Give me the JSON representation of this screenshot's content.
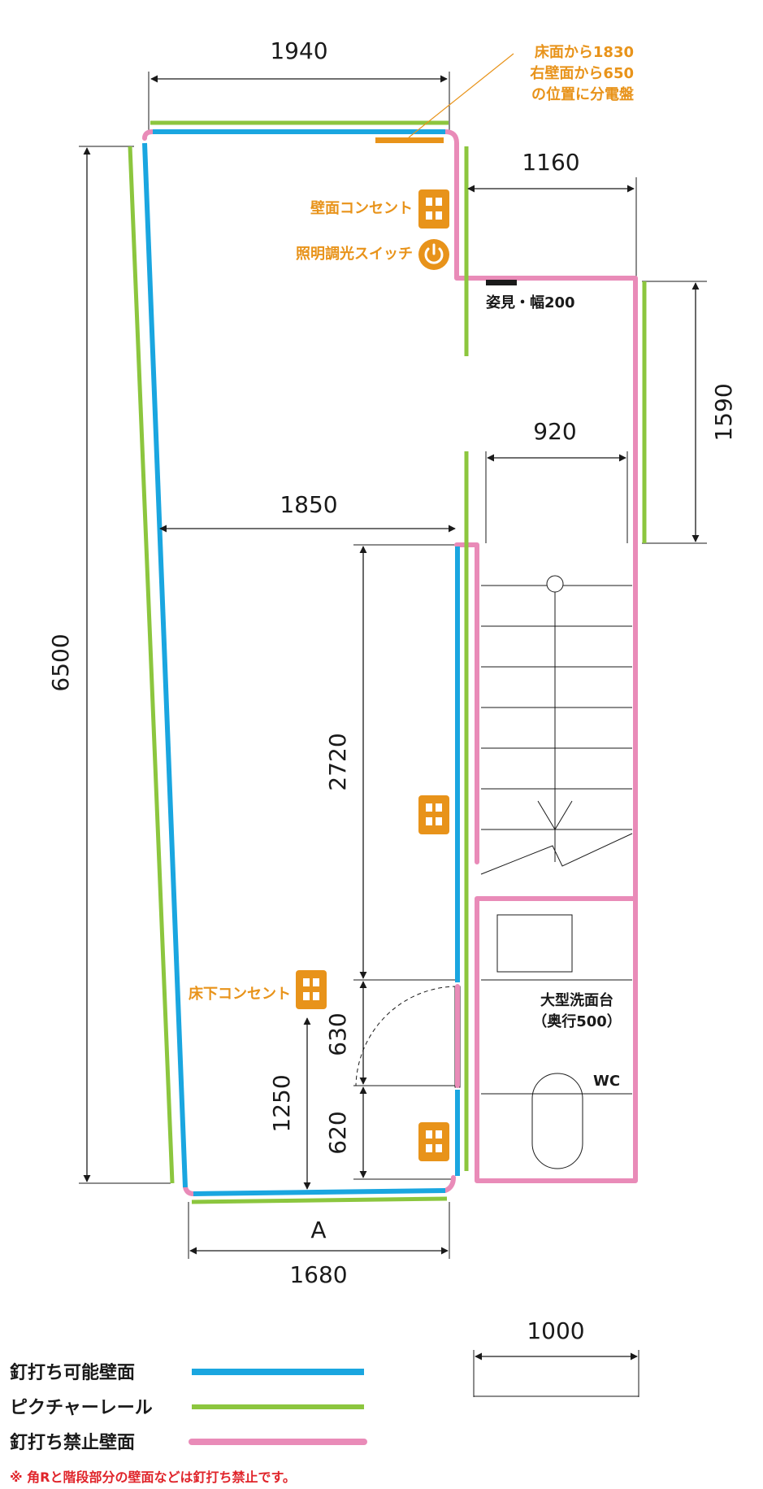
{
  "colors": {
    "nail_ok": "#1aa6e0",
    "picture_rail": "#8cc63e",
    "nail_ng": "#e98bb8",
    "accent": "#e8931a",
    "warn": "#e0242a",
    "line": "#1a1a1a"
  },
  "dimensions": {
    "top_width": "1940",
    "right_offset": "1160",
    "alcove_height": "1590",
    "stair_width": "920",
    "mid_width": "1850",
    "total_height": "6500",
    "wall_2720": "2720",
    "door_630": "630",
    "door_1250": "1250",
    "bottom_620": "620",
    "bottom_width": "1680",
    "scale_bar": "1000"
  },
  "labels": {
    "breaker_note": [
      "床面から1830",
      "右壁面から650",
      "の位置に分電盤"
    ],
    "wall_outlet": "壁面コンセント",
    "dimmer_switch": "照明調光スイッチ",
    "mirror": "姿見・幅200",
    "floor_outlet": "床下コンセント",
    "sink": [
      "大型洗面台",
      "（奥行500）"
    ],
    "wc": "WC",
    "wall_a": "A"
  },
  "icons": {
    "outlet": "outlet-icon",
    "switch": "power-switch-icon"
  },
  "legend": [
    {
      "label": "釘打ち可能壁面",
      "color": "#1aa6e0"
    },
    {
      "label": "ピクチャーレール",
      "color": "#8cc63e"
    },
    {
      "label": "釘打ち禁止壁面",
      "color": "#e98bb8"
    }
  ],
  "footnote": "※ 角Rと階段部分の壁面などは釘打ち禁止です。"
}
